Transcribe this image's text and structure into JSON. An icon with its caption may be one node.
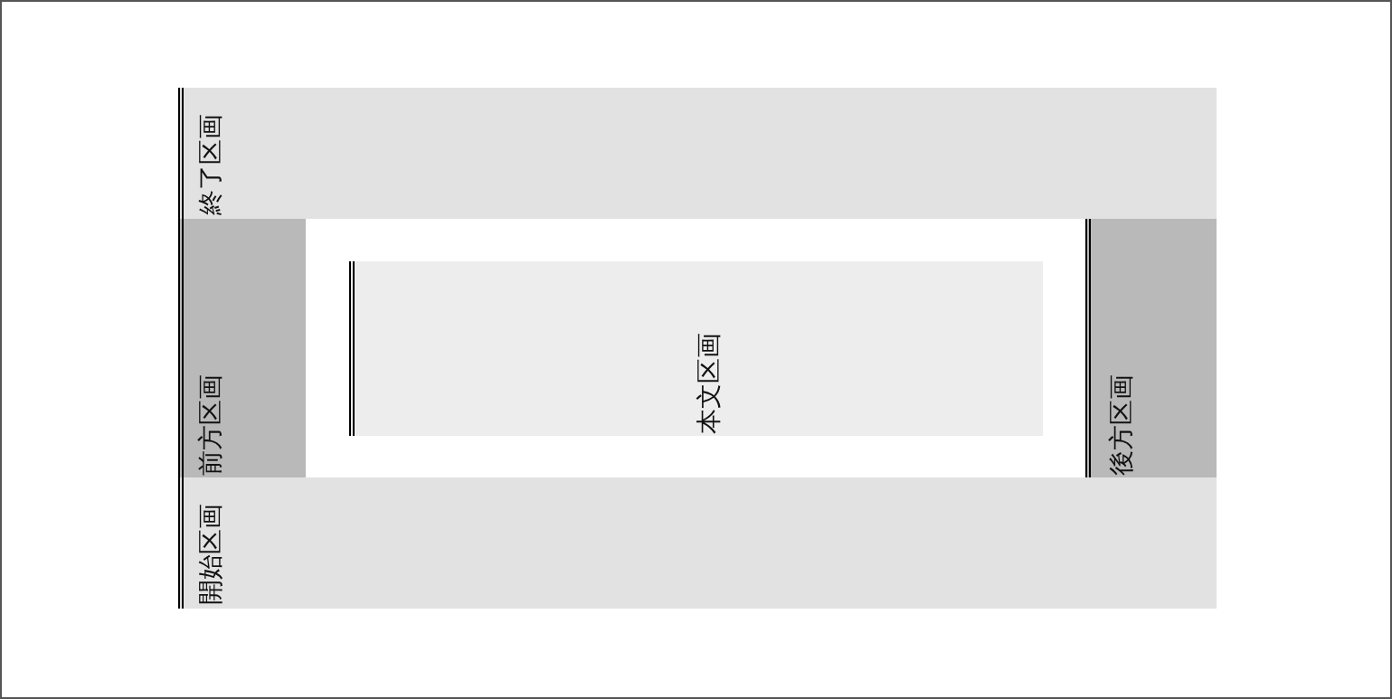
{
  "diagram": {
    "nodes": [
      {
        "text": [
          "終了区画"
        ]
      },
      {
        "text": [
          "前方区画"
        ]
      },
      {
        "text": [
          "本文区画"
        ]
      },
      {
        "text": [
          "後方区画"
        ]
      },
      {
        "text": [
          "開始区画"
        ]
      }
    ]
  }
}
